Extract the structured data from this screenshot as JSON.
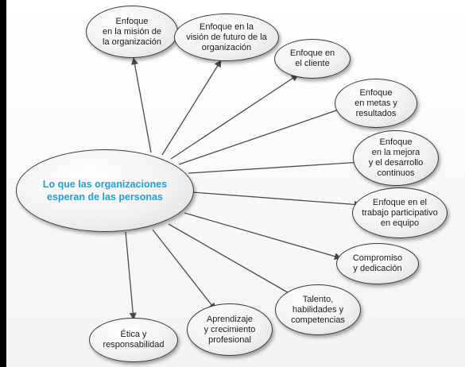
{
  "diagram": {
    "center": {
      "label": "Lo que las organizaciones\nesperan de las personas"
    },
    "nodes": [
      {
        "id": "mision",
        "label": "Enfoque\nen la misión de\nla organización"
      },
      {
        "id": "vision",
        "label": "Enfoque en la\nvisión de futuro de la\norganización"
      },
      {
        "id": "cliente",
        "label": "Enfoque en\nel cliente"
      },
      {
        "id": "metas",
        "label": "Enfoque\nen metas y\nresultados"
      },
      {
        "id": "mejora",
        "label": "Enfoque\nen la mejora\ny el desarrollo\ncontinuos"
      },
      {
        "id": "trabajo",
        "label": "Enfoque en el\ntrabajo participativo\nen equipo"
      },
      {
        "id": "compromiso",
        "label": "Compromiso\ny dedicación"
      },
      {
        "id": "talento",
        "label": "Talento,\nhabilidades y\ncompetencias"
      },
      {
        "id": "aprendizaje",
        "label": "Aprendizaje\ny crecimiento\nprofesional"
      },
      {
        "id": "etica",
        "label": "Ética y\nresponsabilidad"
      }
    ],
    "colors": {
      "center_text": "#1ea0d8",
      "text": "#1a1a1a",
      "stroke": "#3a3a3a"
    }
  }
}
